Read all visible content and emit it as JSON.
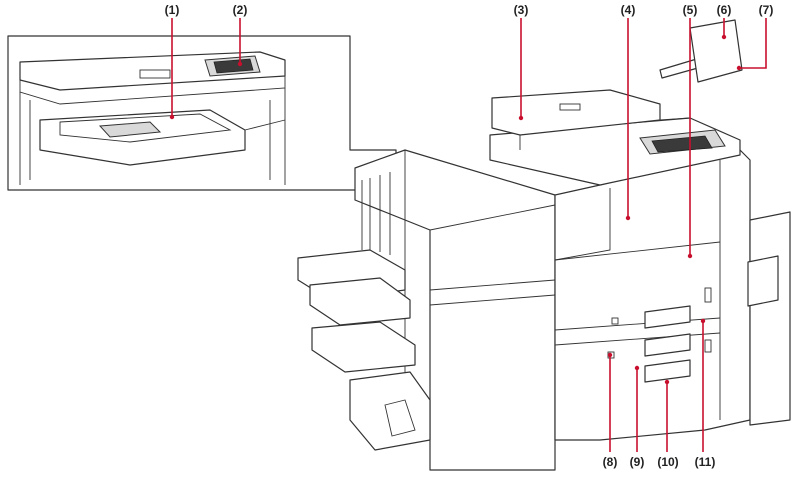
{
  "callouts": [
    {
      "id": "1",
      "text": "(1)"
    },
    {
      "id": "2",
      "text": "(2)"
    },
    {
      "id": "3",
      "text": "(3)"
    },
    {
      "id": "4",
      "text": "(4)"
    },
    {
      "id": "5",
      "text": "(5)"
    },
    {
      "id": "6",
      "text": "(6)"
    },
    {
      "id": "7",
      "text": "(7)"
    },
    {
      "id": "8",
      "text": "(8)"
    },
    {
      "id": "9",
      "text": "(9)"
    },
    {
      "id": "10",
      "text": "(10)"
    },
    {
      "id": "11",
      "text": "(11)"
    }
  ],
  "colors": {
    "leader": "#c8102e",
    "outline": "#333333"
  }
}
